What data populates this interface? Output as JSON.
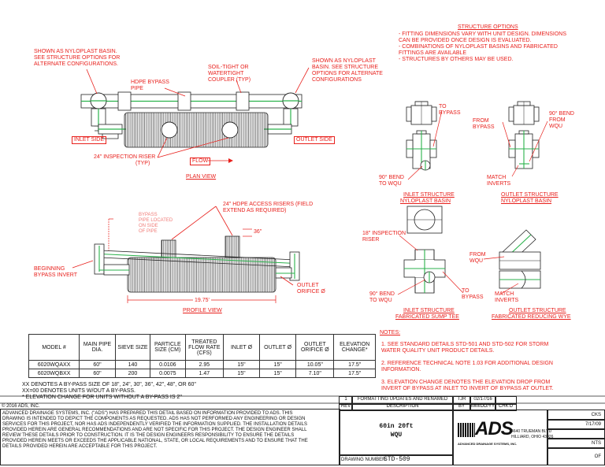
{
  "structure_options": {
    "title": "STRUCTURE OPTIONS",
    "lines": [
      "- FITTING DIMENSIONS VARY  WITH UNIT DESIGN. DIMENSIONS",
      "   CAN BE PROVIDED ONCE DESIGN  IS EVALUATED.",
      "- COMBINATIONS OF NYLOPLAST BASINS AND FABRICATED",
      "   FITTINGS ARE AVAILABLE",
      "- STRUCTURES BY OTHERS MAY BE USED."
    ]
  },
  "plan": {
    "note_left": [
      "SHOWN AS NYLOPLAST BASIN.",
      "SEE STRUCTURE OPTIONS FOR",
      "ALTERNATE CONFIGURATIONS."
    ],
    "hdpe_bypass": [
      "HDPE BYPASS",
      "PIPE"
    ],
    "coupler": [
      "SOIL-TIGHT OR",
      "WATERTIGHT",
      "COUPLER (TYP)"
    ],
    "note_right": [
      "SHOWN AS NYLOPLAST",
      "BASIN. SEE STRUCTURE",
      "OPTIONS FOR ALTERNATE",
      "CONFIGURATIONS"
    ],
    "inlet_side": "INLET SIDE",
    "outlet_side": "OUTLET SIDE",
    "riser": [
      "24\" INSPECTION RISER",
      "(TYP)"
    ],
    "flow": "FLOW",
    "title": "PLAN VIEW"
  },
  "profile": {
    "bypass_note": [
      "BYPASS",
      "PIPE LOCATED",
      "ON SIDE",
      "OF PIPE"
    ],
    "access_risers": [
      "24\" HDPE ACCESS RISERS (FIELD",
      "EXTEND AS REQUIRED)"
    ],
    "dim_36": "36\"",
    "beginning": [
      "BEGINNING",
      "BYPASS INVERT"
    ],
    "outlet_orifice": [
      "OUTLET",
      "ORIFICE Ø"
    ],
    "length": "19.75'",
    "title": "PROFILE VIEW"
  },
  "structures": {
    "to_bypass_1": [
      "TO",
      "BYPASS"
    ],
    "bend_1": [
      "90° BEND",
      "TO WQU"
    ],
    "inlet_nyloplast": [
      "INLET STRUCTURE",
      "NYLOPLAST BASIN"
    ],
    "from_bypass": [
      "FROM",
      "BYPASS"
    ],
    "bend_from": [
      "90° BEND",
      "FROM",
      "WQU"
    ],
    "match_1": [
      "MATCH",
      "INVERTS"
    ],
    "outlet_nyloplast": [
      "OUTLET STRUCTURE",
      "NYLOPLAST BASIN"
    ],
    "inspection_18": [
      "18\" INSPECTION",
      "RISER"
    ],
    "bend_2": [
      "90° BEND",
      "TO WQU"
    ],
    "to_bypass_2": [
      "TO",
      "BYPASS"
    ],
    "inlet_fab": [
      "INLET STRUCTURE",
      "FABRICATED SUMP TEE"
    ],
    "from_wqu": [
      "FROM",
      "WQU"
    ],
    "match_2": [
      "MATCH",
      "INVERTS"
    ],
    "outlet_fab": [
      "OUTLET STRUCTURE",
      "FABRICATED REDUCING WYE"
    ]
  },
  "notes": {
    "title": "NOTES:",
    "items": [
      [
        "1. SEE STANDARD DETAILS STD-501 AND STD-502 FOR STORM",
        "    WATER QUALITY UNIT PRODUCT DETAILS."
      ],
      [
        "2. REFERENCE TECHNICAL NOTE 1.03 FOR ADDITIONAL DESIGN",
        "    INFORMATION."
      ],
      [
        "3. ELEVATION CHANGE DENOTES THE ELEVATION DROP FROM",
        "    INVERT OF BYPASS AT INLET TO INVERT OF BYPASS AT OUTLET."
      ]
    ]
  },
  "table": {
    "headers": [
      "MODEL #",
      "MAIN PIPE DIA.",
      "SIEVE SIZE",
      "PARTICLE SIZE (CM)",
      "TREATED FLOW RATE (CFS)",
      "INLET Ø",
      "OUTLET Ø",
      "OUTLET ORIFICE Ø",
      "ELEVATION CHANGE*"
    ],
    "rows": [
      [
        "6020WQAXX",
        "60\"",
        "140",
        "0.0106",
        "2.95",
        "15\"",
        "15\"",
        "10.05\"",
        "17.5\""
      ],
      [
        "6020WQBXX",
        "60\"",
        "200",
        "0.0075",
        "1.47",
        "15\"",
        "15\"",
        "7.10\"",
        "17.5\""
      ]
    ],
    "footnotes": [
      "XX DENOTES A BY-PASS SIZE OF 18\", 24\", 30\", 36\", 42\", 48\", OR 60\"",
      "XX=00 DENOTES UNITS W/OUT A BY-PASS.",
      "* ELEVATION CHANGE FOR UNITS WITHOUT A BY-PASS IS 2\""
    ]
  },
  "titleblock": {
    "copyright": "© 2016 ADS, INC.",
    "disclaimer": [
      "ADVANCED DRAINAGE SYSTEMS, INC. (\"ADS\") HAS PREPARED THIS DETAIL BASED ON INFORMATION PROVIDED TO ADS.  THIS",
      "DRAWING IS INTENDED TO DEPICT THE COMPONENTS AS REQUESTED.  ADS HAS NOT PERFORMED ANY ENGINEERING OR DESIGN",
      "SERVICES FOR THIS PROJECT, NOR HAS ADS INDEPENDENTLY VERIFIED THE INFORMATION SUPPLIED.  THE INSTALLATION DETAILS",
      "PROVIDED HEREIN ARE GENERAL RECOMMENDATIONS AND ARE NOT SPECIFIC FOR THIS PROJECT.  THE DESIGN ENGINEER SHALL",
      "REVIEW THESE DETAILS PRIOR TO CONSTRUCTION.  IT IS THE DESIGN ENGINEERS RESPONSIBILITY TO ENSURE THE DETAILS",
      "PROVIDED HEREIN MEETS OR EXCEEDS THE APPLICABLE NATIONAL, STATE, OR LOCAL REQUIREMENTS AND TO ENSURE THAT THE",
      "DETAILS PROVIDED HEREIN ARE ACCEPTABLE FOR THIS PROJECT."
    ],
    "rev_num": "1",
    "rev_desc": "FORMATTING UPDATES AND RENAMED",
    "rev_by": "TJR",
    "rev_date": "02/17/16",
    "hdr_rev": "REV",
    "hdr_desc": "DESCRIPTION",
    "hdr_by": "BY",
    "hdr_date": "MM/DD/YY",
    "hdr_chkd": "CHK'D",
    "drawing_title_1": "60in 20ft",
    "drawing_title_2": "WQU",
    "drawing_number_label": "DRAWING NUMBER",
    "drawing_number": "STD-509",
    "logo": "ADS",
    "logo_sub": "ADVANCED DRAINAGE SYSTEMS, INC.",
    "address": [
      "4640 TRUEMAN BLVD",
      "HILLIARD, OHIO 43026"
    ],
    "drawn": "CKS",
    "date": "7/17/09",
    "scale": "NTS",
    "sheet": "OF"
  }
}
